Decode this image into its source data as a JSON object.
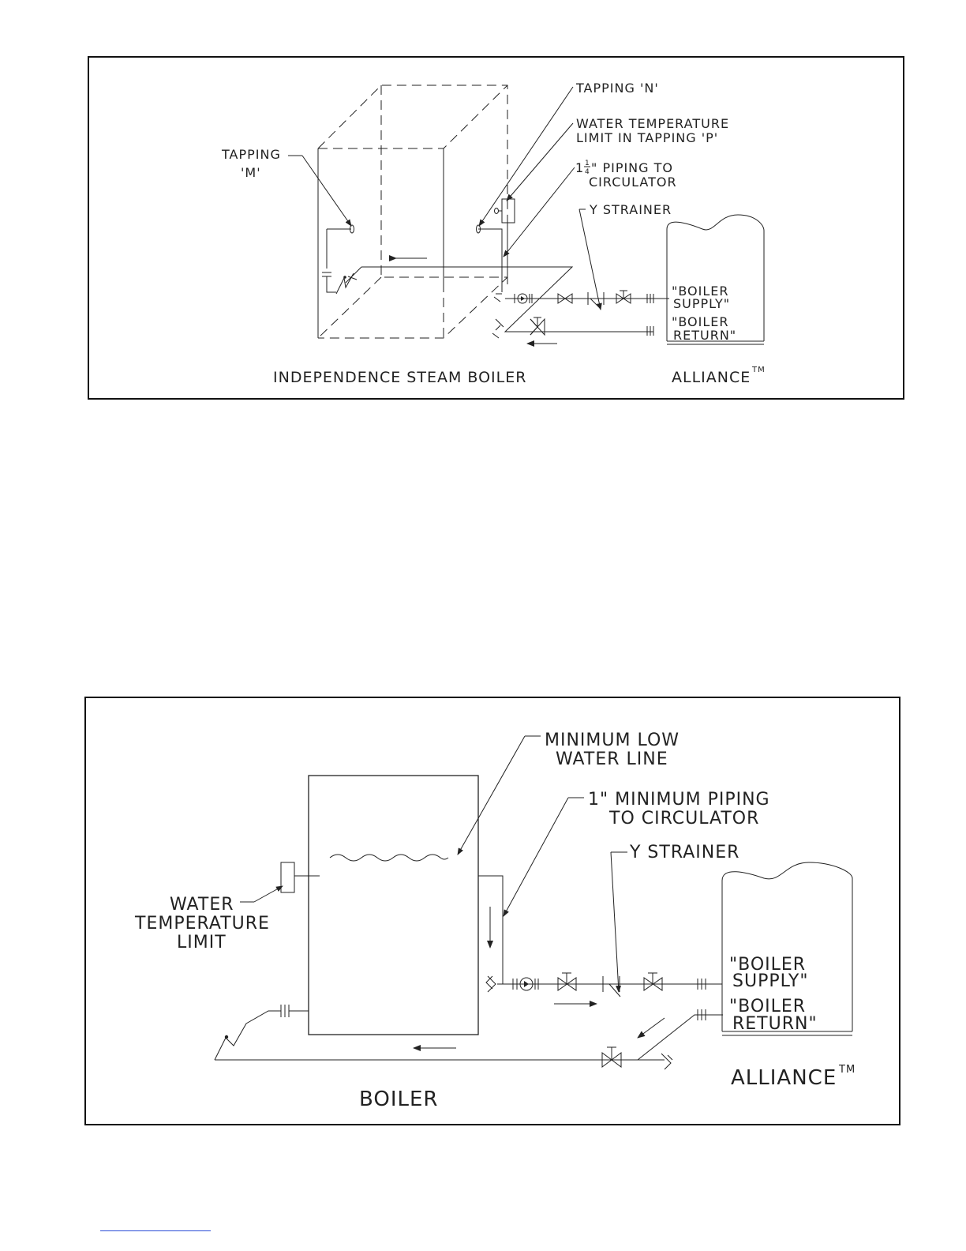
{
  "figure_top": {
    "labels": {
      "tapping_m_1": "TAPPING",
      "tapping_m_2": "'M'",
      "tapping_n": "TAPPING 'N'",
      "water_temp_1": "WATER TEMPERATURE",
      "water_temp_2": "LIMIT IN TAPPING 'P'",
      "piping_prefix": "1",
      "piping_frac_num": "1",
      "piping_frac_den": "4",
      "piping_1": "\" PIPING TO",
      "piping_2": "CIRCULATOR",
      "strainer": "Y STRAINER",
      "supply_1": "\"BOILER",
      "supply_2": "SUPPLY\"",
      "return_1": "\"BOILER",
      "return_2": "RETURN\"",
      "boiler_name": "INDEPENDENCE STEAM BOILER",
      "alliance": "ALLIANCE",
      "tm": "TM"
    }
  },
  "figure_bottom": {
    "labels": {
      "min_low_1": "MINIMUM LOW",
      "min_low_2": "WATER LINE",
      "min_piping_1": "1\" MINIMUM PIPING",
      "min_piping_2": "TO CIRCULATOR",
      "strainer": "Y STRAINER",
      "water_temp_1": "WATER",
      "water_temp_2": "TEMPERATURE",
      "water_temp_3": "LIMIT",
      "supply_1": "\"BOILER",
      "supply_2": "SUPPLY\"",
      "return_1": "\"BOILER",
      "return_2": "RETURN\"",
      "boiler_name": "BOILER",
      "alliance": "ALLIANCE",
      "tm": "TM"
    }
  },
  "colors": {
    "line": "#222222",
    "footer_rule": "#2a4dd6"
  }
}
